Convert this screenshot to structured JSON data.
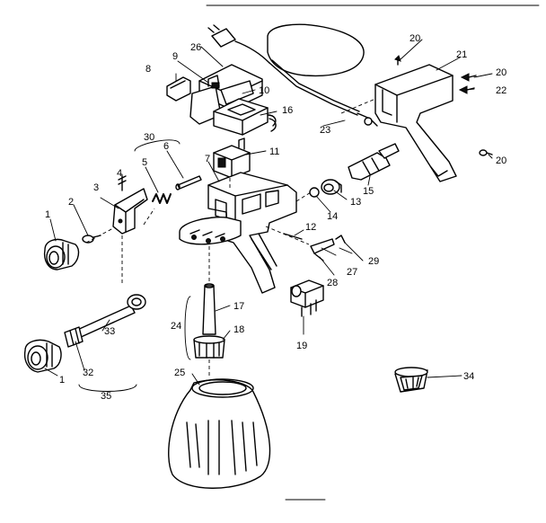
{
  "labels": {
    "p1a": "1",
    "p1b": "1",
    "p2": "2",
    "p3": "3",
    "p4": "4",
    "p5": "5",
    "p6": "6",
    "p7": "7",
    "p8": "8",
    "p9": "9",
    "p10": "10",
    "p11": "11",
    "p12": "12",
    "p13": "13",
    "p14": "14",
    "p15": "15",
    "p16": "16",
    "p17": "17",
    "p18": "18",
    "p19": "19",
    "p20a": "20",
    "p20b": "20",
    "p20c": "20",
    "p21": "21",
    "p22": "22",
    "p23": "23",
    "p24": "24",
    "p25": "25",
    "p26": "26",
    "p27": "27",
    "p28": "28",
    "p29": "29",
    "p30": "30",
    "p32": "32",
    "p33": "33",
    "p34": "34",
    "p35": "35"
  }
}
